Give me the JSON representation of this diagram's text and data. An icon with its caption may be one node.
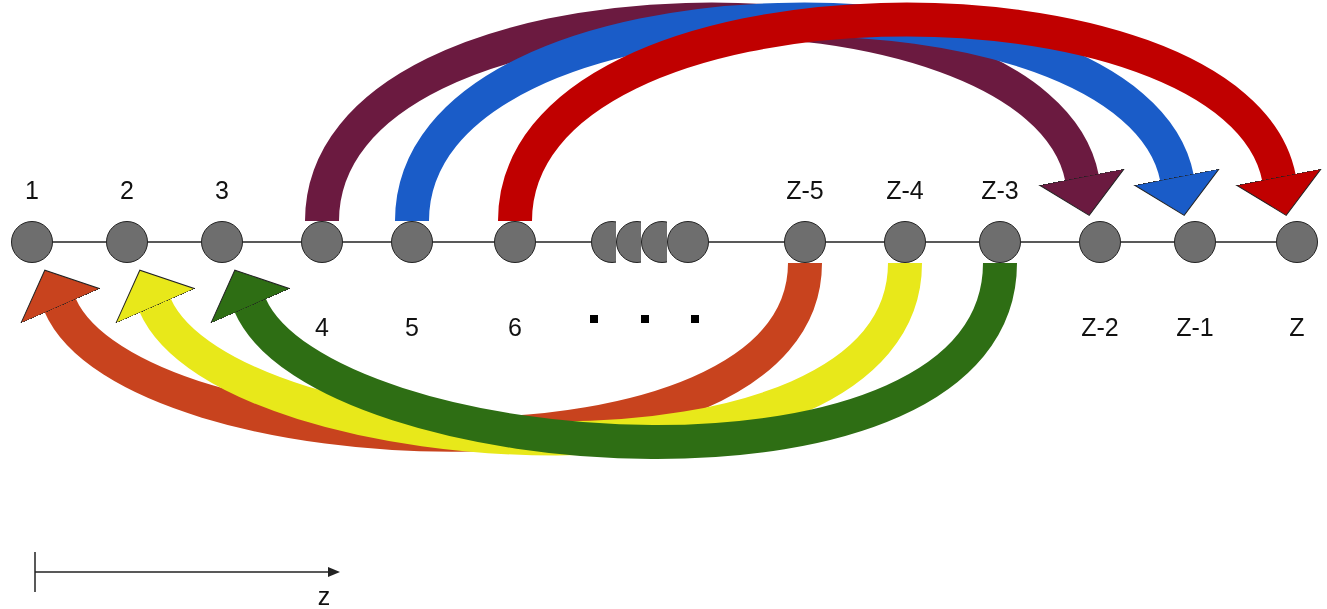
{
  "diagram": {
    "nodes": [
      {
        "text": [],
        "shape": "circle",
        "beside": [
          "1"
        ]
      },
      {
        "text": [],
        "shape": "circle",
        "beside": [
          "2"
        ]
      },
      {
        "text": [],
        "shape": "circle",
        "beside": [
          "3"
        ]
      },
      {
        "text": [],
        "shape": "circle",
        "beside": [
          "4"
        ]
      },
      {
        "text": [],
        "shape": "circle",
        "beside": [
          "5"
        ]
      },
      {
        "text": [],
        "shape": "circle",
        "beside": [
          "6"
        ]
      },
      {
        "text": [],
        "shape": "circle"
      },
      {
        "text": [],
        "shape": "circle"
      },
      {
        "text": [],
        "shape": "circle"
      },
      {
        "text": [],
        "shape": "circle"
      },
      {
        "text": [],
        "shape": "circle",
        "beside": [
          "Z-5"
        ]
      },
      {
        "text": [],
        "shape": "circle",
        "beside": [
          "Z-4"
        ]
      },
      {
        "text": [],
        "shape": "circle",
        "beside": [
          "Z-3"
        ]
      },
      {
        "text": [],
        "shape": "circle",
        "beside": [
          "Z-2"
        ]
      },
      {
        "text": [],
        "shape": "circle",
        "beside": [
          "Z-1"
        ]
      },
      {
        "text": [],
        "shape": "circle",
        "beside": [
          "Z"
        ]
      }
    ],
    "edges": [
      {
        "from": 0,
        "to": 1,
        "arrow": "none"
      },
      {
        "from": 1,
        "to": 2,
        "arrow": "none"
      },
      {
        "from": 2,
        "to": 3,
        "arrow": "none"
      },
      {
        "from": 3,
        "to": 4,
        "arrow": "none"
      },
      {
        "from": 4,
        "to": 5,
        "arrow": "none"
      },
      {
        "from": 5,
        "to": 6,
        "arrow": "none"
      },
      {
        "from": 9,
        "to": 10,
        "arrow": "none"
      },
      {
        "from": 10,
        "to": 11,
        "arrow": "none"
      },
      {
        "from": 11,
        "to": 12,
        "arrow": "none"
      },
      {
        "from": 12,
        "to": 13,
        "arrow": "none"
      },
      {
        "from": 13,
        "to": 14,
        "arrow": "none"
      },
      {
        "from": 14,
        "to": 15,
        "arrow": "none"
      },
      {
        "from": 3,
        "to": 13,
        "arrow": "to",
        "style": "thick",
        "color": "#6b1a40"
      },
      {
        "from": 4,
        "to": 14,
        "arrow": "to",
        "style": "thick",
        "color": "#1a5cc8"
      },
      {
        "from": 5,
        "to": 15,
        "arrow": "to",
        "style": "thick",
        "color": "#c00000"
      },
      {
        "from": 10,
        "to": 0,
        "arrow": "to",
        "style": "thick",
        "color": "#c8431e"
      },
      {
        "from": 11,
        "to": 1,
        "arrow": "to",
        "style": "thick",
        "color": "#e8e81a"
      },
      {
        "from": 12,
        "to": 2,
        "arrow": "to",
        "style": "thick",
        "color": "#2e6e14"
      }
    ],
    "labels": [
      "z"
    ]
  }
}
